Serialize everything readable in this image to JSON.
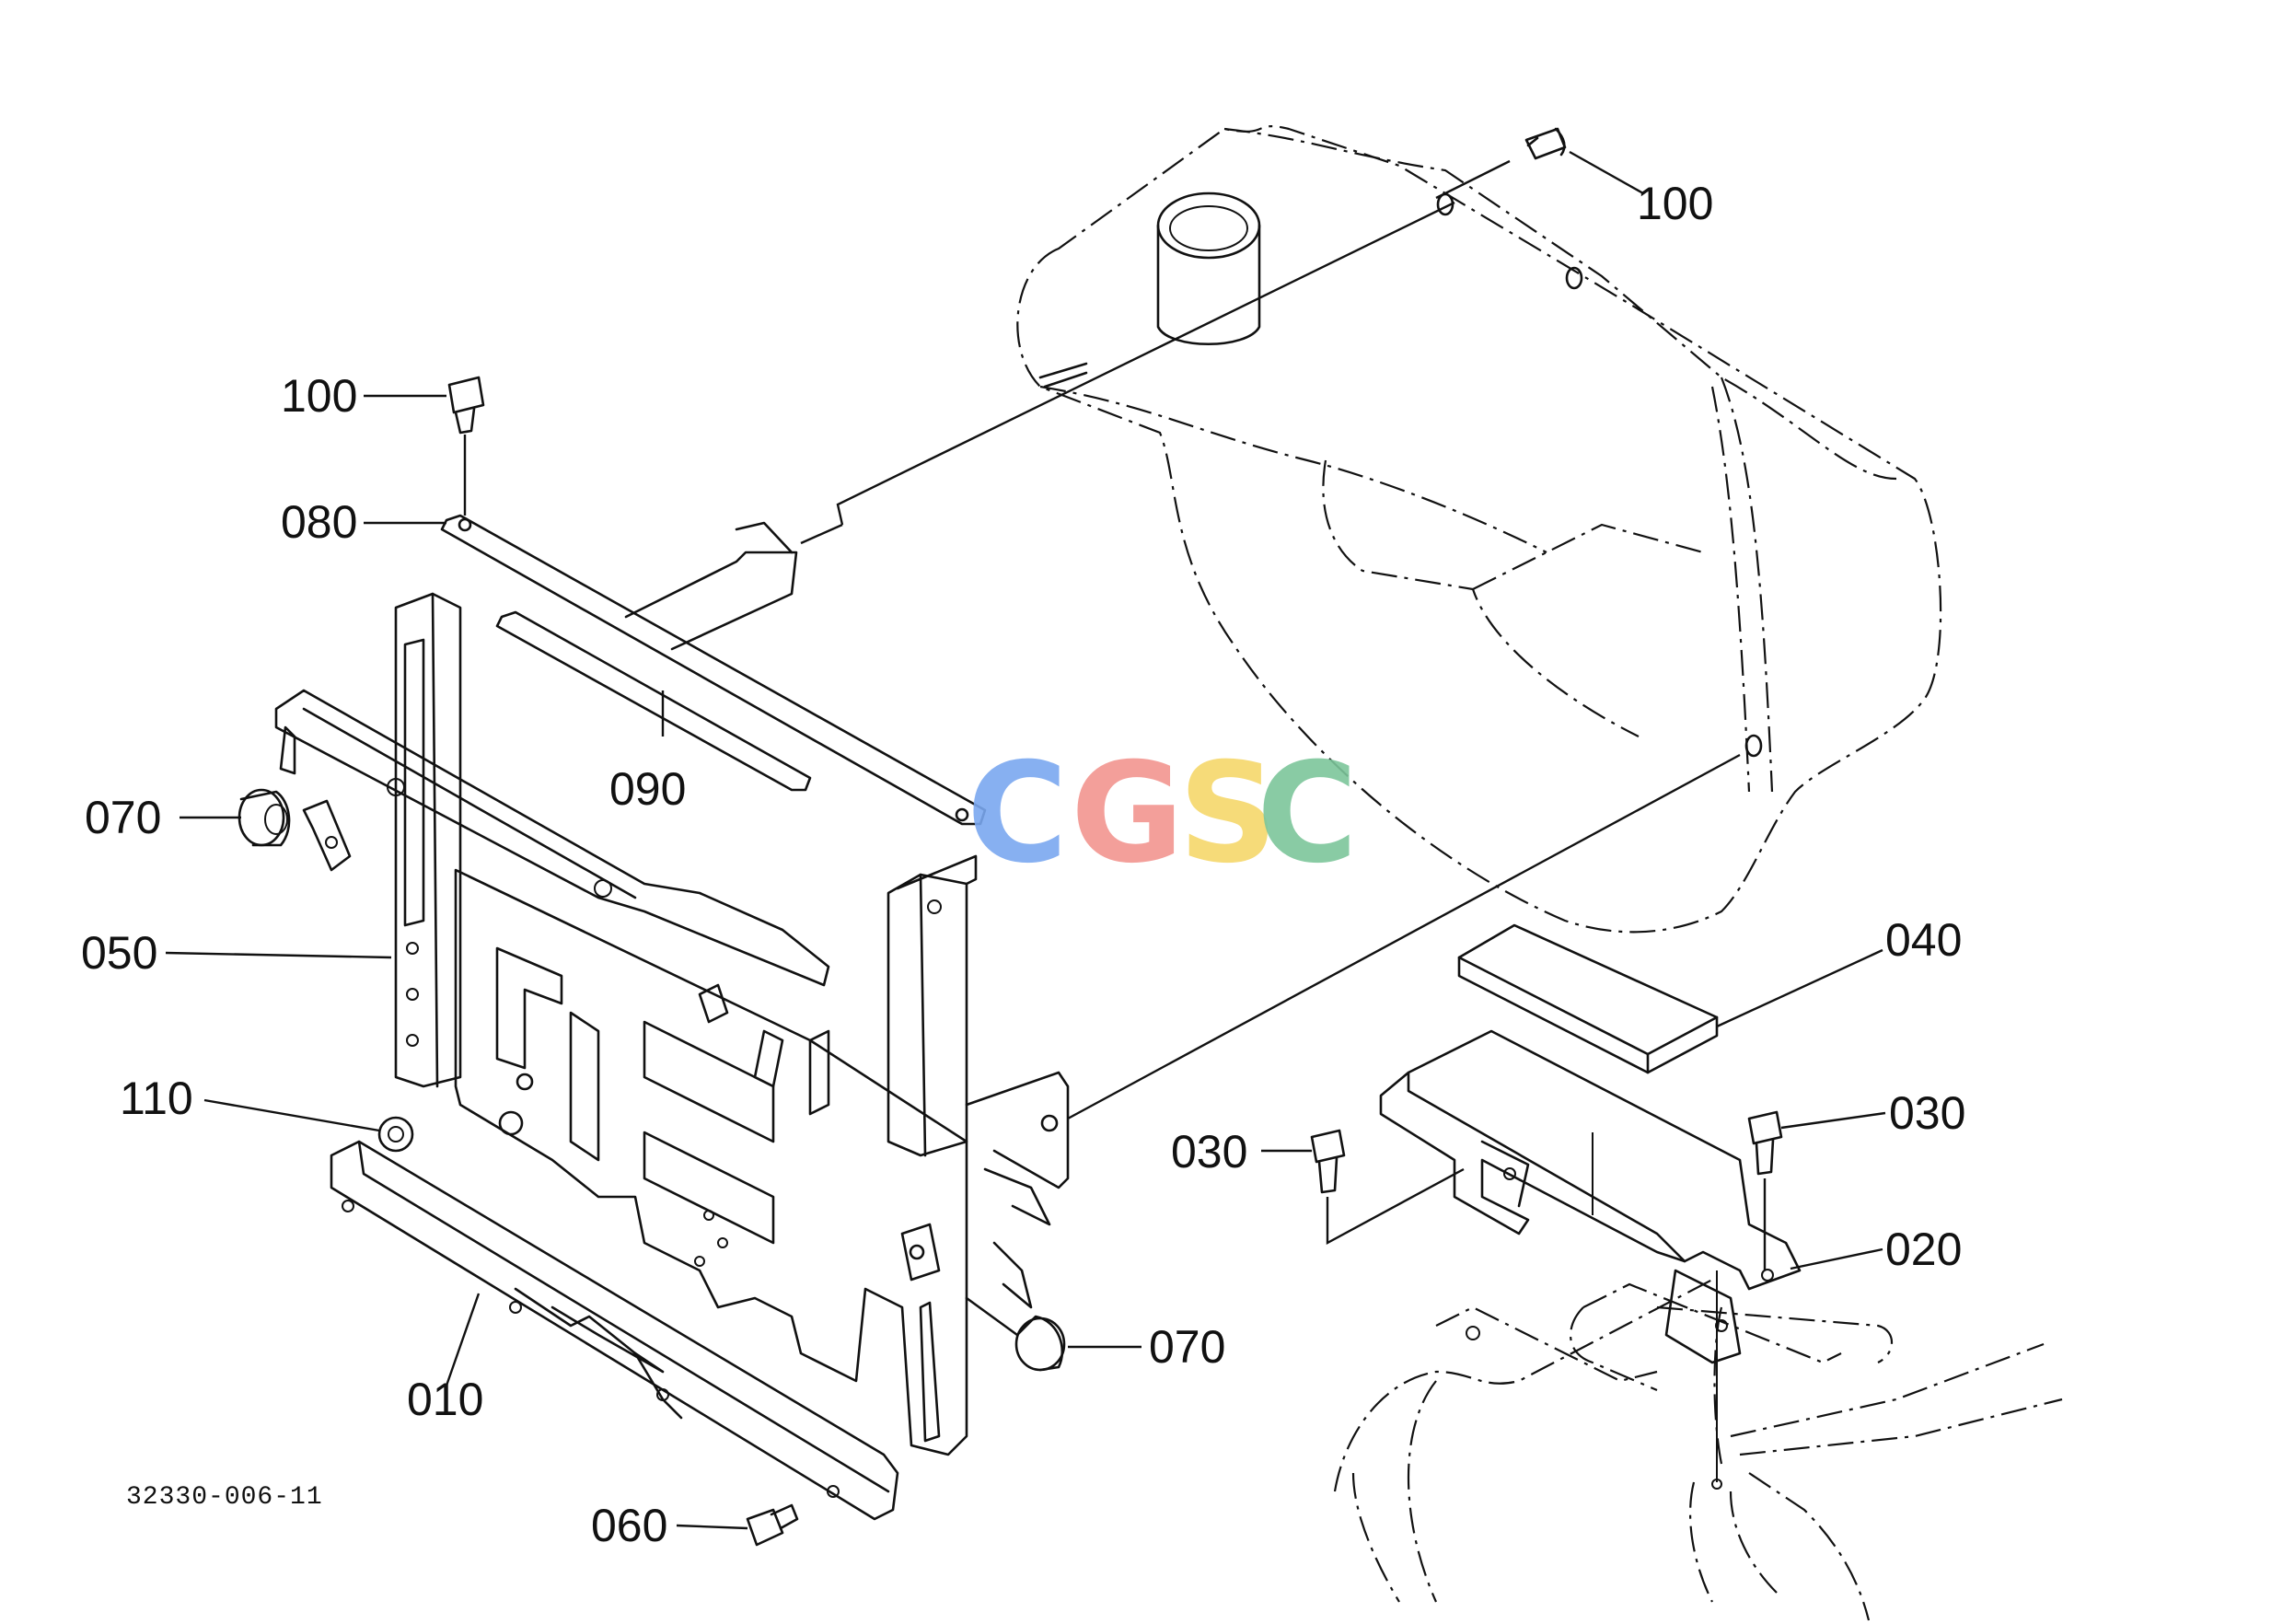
{
  "parts": [
    {
      "id": "p100a",
      "label": "100"
    },
    {
      "id": "p100b",
      "label": "100"
    },
    {
      "id": "p080",
      "label": "080"
    },
    {
      "id": "p090",
      "label": "090"
    },
    {
      "id": "p070a",
      "label": "070"
    },
    {
      "id": "p050",
      "label": "050"
    },
    {
      "id": "p110",
      "label": "110"
    },
    {
      "id": "p010",
      "label": "010"
    },
    {
      "id": "p060",
      "label": "060"
    },
    {
      "id": "p070b",
      "label": "070"
    },
    {
      "id": "p040",
      "label": "040"
    },
    {
      "id": "p030a",
      "label": "030"
    },
    {
      "id": "p030b",
      "label": "030"
    },
    {
      "id": "p020",
      "label": "020"
    }
  ],
  "drawing_number": "32330-006-11",
  "watermark": {
    "letters": [
      "C",
      "G",
      "S",
      "C"
    ],
    "colors": [
      "#7aa7f0",
      "#f2958f",
      "#f5d76a",
      "#7cc59a"
    ]
  }
}
